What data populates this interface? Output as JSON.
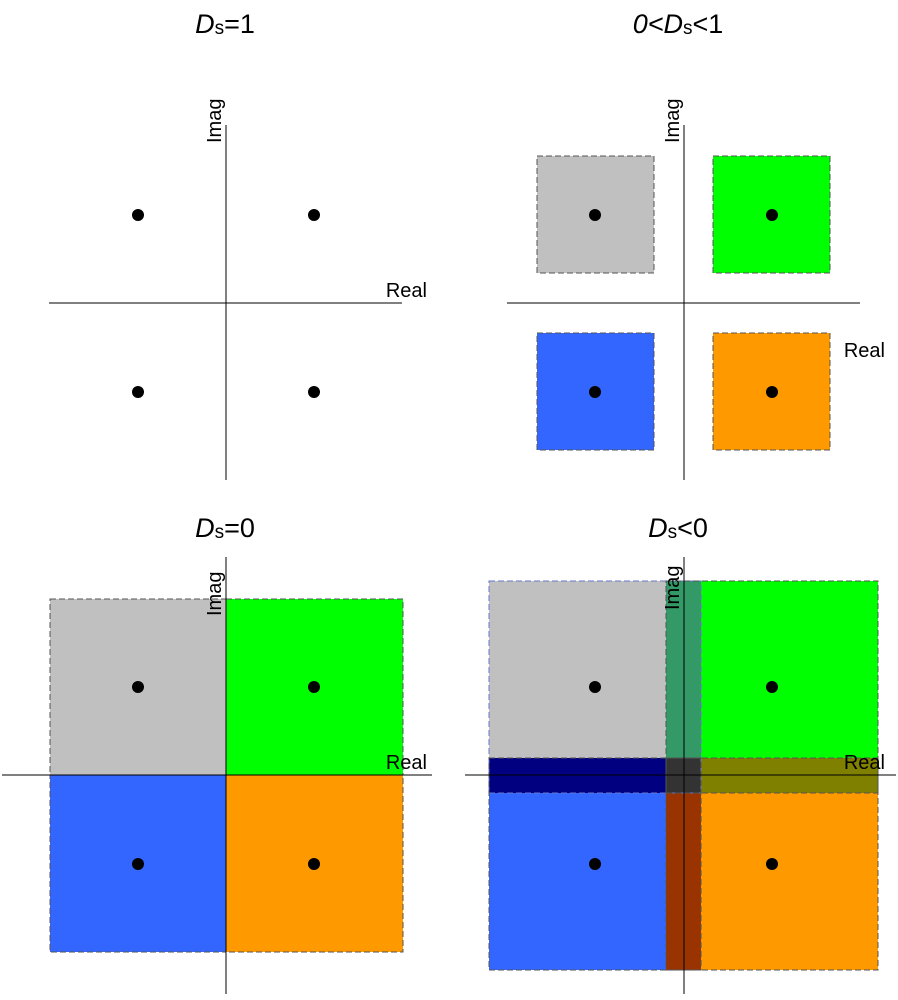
{
  "colors": {
    "gray": "#c0c0c0",
    "green": "#00ff00",
    "blue": "#3366ff",
    "orange": "#ff9900",
    "overlap_green_gray": "#339966",
    "overlap_blue_gray": "#000080",
    "overlap_center": "#333333",
    "overlap_green_orange": "#808000",
    "overlap_blue_orange": "#993300"
  },
  "panels": [
    {
      "id": "ds-eq-1",
      "title": {
        "italic": "D",
        "sub": "s",
        "rest": "=1",
        "prefix": ""
      },
      "xlabel": "Real",
      "ylabel": "Imag"
    },
    {
      "id": "ds-between",
      "title": {
        "prefix": "0<",
        "italic": "D",
        "sub": "s",
        "rest": "<1"
      },
      "xlabel": "Real",
      "ylabel": "Imag"
    },
    {
      "id": "ds-eq-0",
      "title": {
        "prefix": "",
        "italic": "D",
        "sub": "s",
        "rest": "=0"
      },
      "xlabel": "Real",
      "ylabel": "Imag"
    },
    {
      "id": "ds-neg",
      "title": {
        "prefix": "",
        "italic": "D",
        "sub": "s",
        "rest": "<0"
      },
      "xlabel": "Real",
      "ylabel": "Imag"
    }
  ]
}
